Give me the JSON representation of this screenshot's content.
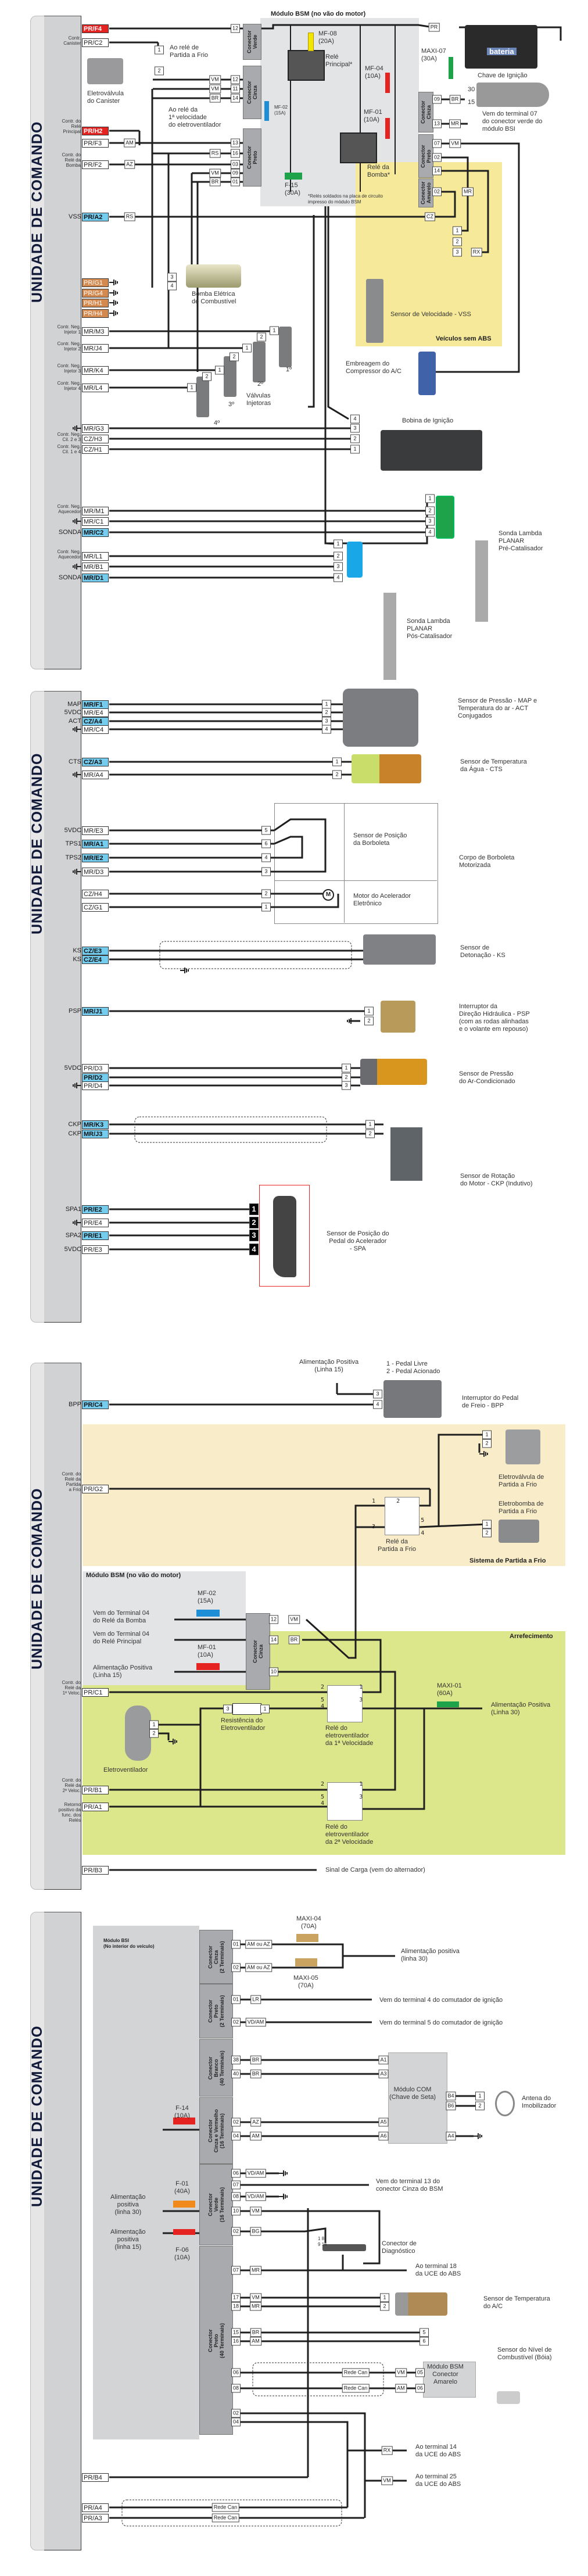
{
  "ecu_label": "UNIDADE DE COMANDO",
  "colors": {
    "pin_red": "#e52421",
    "pin_blue": "#74cdef",
    "pin_orange": "#d4894f",
    "vss_bg": "#f6e99a",
    "cold_start_bg": "#f9ecc8",
    "cooling_bg": "#dce68a",
    "module_bg": "#e3e4e6"
  },
  "p1": {
    "pins": [
      {
        "code": "PR/F4",
        "style": "red",
        "fn": ""
      },
      {
        "code": "PR/C2",
        "style": "white",
        "fn": "Contr.\nCanister"
      },
      {
        "code": "PR/H2",
        "style": "red",
        "fn": "Contr. do\nRelé\nPrincipal"
      },
      {
        "code": "PR/F3",
        "style": "white",
        "fn": ""
      },
      {
        "code": "PR/F2",
        "style": "white",
        "fn": "Contr. do\nRelé da\nBomba"
      },
      {
        "code": "PR/A2",
        "style": "blue",
        "fn": "VSS",
        "big": true
      },
      {
        "code": "PR/G1",
        "style": "orange",
        "fn": "",
        "ground_right": true
      },
      {
        "code": "PR/G4",
        "style": "orange",
        "fn": "",
        "ground_right": true
      },
      {
        "code": "PR/H1",
        "style": "orange",
        "fn": "",
        "ground_right": true
      },
      {
        "code": "PR/H4",
        "style": "orange",
        "fn": "",
        "ground_right": true
      },
      {
        "code": "MR/M3",
        "style": "white",
        "fn": "Contr. Neg.\nInjetor 1"
      },
      {
        "code": "MR/J4",
        "style": "white",
        "fn": "Contr. Neg.\nInjetor 2"
      },
      {
        "code": "MR/K4",
        "style": "white",
        "fn": "Contr. Neg.\nInjetor 3"
      },
      {
        "code": "MR/L4",
        "style": "white",
        "fn": "Contr. Neg.\nInjetor 4"
      },
      {
        "code": "MR/G3",
        "style": "white",
        "fn": "",
        "ground": true
      },
      {
        "code": "CZ/H3",
        "style": "white",
        "fn": "Contr. Neg.\nCil. 2 e 3"
      },
      {
        "code": "CZ/H1",
        "style": "white",
        "fn": "Contr. Neg.\nCil. 1 e 4"
      },
      {
        "code": "MR/M1",
        "style": "white",
        "fn": "Contr. Neg.\nAquecedor"
      },
      {
        "code": "MR/C1",
        "style": "white",
        "fn": "",
        "ground": true
      },
      {
        "code": "MR/C2",
        "style": "blue",
        "fn": "SONDA",
        "big": true
      },
      {
        "code": "MR/L1",
        "style": "white",
        "fn": "Contr. Neg.\nAquecedor"
      },
      {
        "code": "MR/B1",
        "style": "white",
        "fn": "",
        "ground": true
      },
      {
        "code": "MR/D1",
        "style": "blue",
        "fn": "SONDA",
        "big": true
      }
    ],
    "tags": [
      "12",
      "VM",
      "12",
      "VM",
      "11",
      "BR",
      "14",
      "13",
      "RS",
      "16",
      "03",
      "VM",
      "09",
      "BR",
      "01",
      "AM",
      "AZ",
      "RS",
      "PR",
      "09",
      "BR",
      "13",
      "MR",
      "07",
      "VM",
      "02",
      "14",
      "02",
      "CZ",
      "MR",
      "1",
      "2",
      "3",
      "RX",
      "1",
      "2",
      "3",
      "4",
      "1",
      "2",
      "1",
      "2",
      "1",
      "2",
      "1",
      "4",
      "3",
      "2",
      "1",
      "1",
      "2",
      "3",
      "4",
      "1",
      "2",
      "3",
      "4"
    ],
    "texts": {
      "bsm_title": "Módulo BSM (no vão do motor)",
      "conn_verde": "Conector\nVerde",
      "conn_cinza": "Conector\nCinza",
      "conn_preto": "Conector\nPreto",
      "conn_cinza_r": "Conector\nCinza",
      "conn_preto_r": "Conector\nPreto",
      "conn_amarelo": "Conector\nAmarelo",
      "mf08": "MF-08\n(20A)",
      "rele_principal": "Relé\nPrincipal*",
      "mf04": "MF-04\n(10A)",
      "mf02": "MF-02\n(15A)",
      "mf01": "MF-01\n(10A)",
      "rele_bomba": "Relé da\nBomba*",
      "f15": "F-15\n(30A)",
      "footnote": "*Relés soldados na placa de circuito\nimpresso do módulo BSM",
      "bateria": "bateria",
      "maxi07": "MAXI-07\n(30A)",
      "chave": "Chave de Ignição",
      "t30": "30",
      "t15": "15",
      "vem_bsi": "Vem do terminal 07\ndo conector verde do\nmódulo BSI",
      "ao_rele_pf": "Ao relé de\nPartida a Frio",
      "canister": "Eletroválvula\ndo Canister",
      "ao_rele_1v": "Ao relé da\n1ª velocidade\ndo eletroventilador",
      "vss": "Sensor de Velocidade - VSS",
      "sem_abs": "Veículos sem ABS",
      "bomba": "Bomba Elétrica\nde Combustível",
      "injetoras": "Válvulas\nInjetoras",
      "inj1": "1º",
      "inj2": "2º",
      "inj3": "3º",
      "inj4": "4º",
      "embreagem": "Embreagem do\nCompressor do A/C",
      "bobina": "Bobina de Ignição",
      "sonda_pre": "Sonda Lambda\nPLANAR\nPré-Catalisador",
      "sonda_pos": "Sonda Lambda\nPLANAR\nPós-Catalisador"
    }
  },
  "p2": {
    "pins": [
      {
        "code": "MR/F1",
        "style": "blue",
        "fn": "MAP",
        "big": true
      },
      {
        "code": "MR/E4",
        "style": "white",
        "fn": "5VDC",
        "big": true
      },
      {
        "code": "CZ/A4",
        "style": "blue",
        "fn": "ACT",
        "big": true
      },
      {
        "code": "MR/C4",
        "style": "white",
        "fn": "",
        "ground": true
      },
      {
        "code": "CZ/A3",
        "style": "blue",
        "fn": "CTS",
        "big": true
      },
      {
        "code": "MR/A4",
        "style": "white",
        "fn": "",
        "ground": true
      },
      {
        "code": "MR/E3",
        "style": "white",
        "fn": "5VDC",
        "big": true
      },
      {
        "code": "MR/A1",
        "style": "blue",
        "fn": "TPS1",
        "big": true
      },
      {
        "code": "MR/E2",
        "style": "blue",
        "fn": "TPS2",
        "big": true
      },
      {
        "code": "MR/D3",
        "style": "white",
        "fn": "",
        "ground": true
      },
      {
        "code": "CZ/H4",
        "style": "white",
        "fn": ""
      },
      {
        "code": "CZ/G1",
        "style": "white",
        "fn": ""
      },
      {
        "code": "CZ/E3",
        "style": "blue",
        "fn": "KS",
        "big": true
      },
      {
        "code": "CZ/E4",
        "style": "blue",
        "fn": "KS",
        "big": true
      },
      {
        "code": "MR/J1",
        "style": "blue",
        "fn": "PSP",
        "big": true
      },
      {
        "code": "PR/D3",
        "style": "white",
        "fn": "5VDC",
        "big": true
      },
      {
        "code": "PR/D2",
        "style": "blue",
        "fn": ""
      },
      {
        "code": "PR/D4",
        "style": "white",
        "fn": "",
        "ground": true
      },
      {
        "code": "MR/K3",
        "style": "blue",
        "fn": "CKP",
        "big": true
      },
      {
        "code": "MR/J3",
        "style": "blue",
        "fn": "CKP",
        "big": true
      },
      {
        "code": "PR/E2",
        "style": "blue",
        "fn": "SPA1",
        "big": true
      },
      {
        "code": "PR/E4",
        "style": "white",
        "fn": "",
        "ground": true
      },
      {
        "code": "PR/E1",
        "style": "blue",
        "fn": "SPA2",
        "big": true
      },
      {
        "code": "PR/E3",
        "style": "white",
        "fn": "5VDC",
        "big": true
      }
    ],
    "tags": [
      "1",
      "2",
      "3",
      "4",
      "1",
      "2",
      "5",
      "6",
      "4",
      "3",
      "2",
      "1",
      "1",
      "2",
      "1",
      "2",
      "3",
      "1",
      "2",
      "1",
      "2",
      "3",
      "4"
    ],
    "texts": {
      "map": "Sensor de Pressão - MAP e\nTemperatura do ar - ACT\nConjugados",
      "cts": "Sensor de Temperatura\nda Água - CTS",
      "tps": "Sensor de Posição\nda Borboleta",
      "motor_m": "M",
      "motor": "Motor do Acelerador\nEletrônico",
      "corpo": "Corpo de Borboleta\nMotorizada",
      "ks": "Sensor de\nDetonação - KS",
      "psp": "Interruptor da\nDireção Hidráulica - PSP\n(com as rodas alinhadas\ne o volante em repouso)",
      "ac": "Sensor de Pressão\ndo Ar-Condicionado",
      "ckp": "Sensor de Rotação\ndo Motor - CKP (Indutivo)",
      "spa": "Sensor de Posição do\nPedal do Acelerador\n- SPA"
    }
  },
  "p3": {
    "pins": [
      {
        "code": "PR/C4",
        "style": "blue",
        "fn": "BPP",
        "big": true
      },
      {
        "code": "PR/G2",
        "style": "white",
        "fn": "Contr. do\nRelé da\nPartida\na Frio"
      },
      {
        "code": "PR/C1",
        "style": "white",
        "fn": "Contr. do\nRelé da\n1ª Veloc."
      },
      {
        "code": "PR/B1",
        "style": "white",
        "fn": "Contr. do\nRelé da\n2ª Veloc."
      },
      {
        "code": "PR/A1",
        "style": "white",
        "fn": "Retorno\npositivo da\nfunc. dos\nRelés"
      },
      {
        "code": "PR/B3",
        "style": "white",
        "fn": ""
      }
    ],
    "tags": [
      "3",
      "4",
      "1",
      "2",
      "1",
      "2",
      "12",
      "VM",
      "14",
      "BR",
      "10",
      "3",
      "1",
      "1",
      "2"
    ],
    "texts": {
      "alim15": "Alimentação Positiva\n(Linha 15)",
      "pedal_states": "1 - Pedal Livre\n2 - Pedal Acionado",
      "bpp": "Interruptor do Pedal\nde Freio - BPP",
      "eletrovalvula": "Eletroválvula de\nPartida a Frio",
      "eletrobomba": "Eletrobomba de\nPartida a Frio",
      "rele_pf": "Relé da\nPartida a Frio",
      "rele_pf_pins": "1      2\n\n\n              5\n3\n              4",
      "sistema": "Sistema de Partida a Frio",
      "bsm_title": "Módulo BSM (no vão do motor)",
      "mf02": "MF-02\n(15A)",
      "vem_bomba": "Vem do Terminal 04\ndo Relé da Bomba",
      "vem_principal": "Vem do Terminal 04\ndo Relé Principal",
      "mf01": "MF-01\n(10A)",
      "alim15b": "Alimentação Positiva\n(Linha 15)",
      "conn_cinza": "Conector\nCinza",
      "arrefecimento": "Arrefecimento",
      "maxi01": "MAXI-01\n(60A)",
      "alim30": "Alimentação Positiva\n(Linha 30)",
      "resistencia": "Resistência do\nEletroventilador",
      "eletroventilador": "Eletroventilador",
      "rele1": "Relé do\neletroventilador\nda 1ª Velocidade",
      "rele2": "Relé do\neletroventilador\nda 2ª Velocidade",
      "rele1_pins": "2          1\n\n5          3\n4",
      "rele2_pins": "2          1\n\n5          3\n4",
      "carga": "Sinal de Carga (vem do alternador)"
    }
  },
  "p4": {
    "pins": [
      {
        "code": "PR/B4",
        "style": "white",
        "fn": ""
      },
      {
        "code": "PR/A4",
        "style": "white",
        "fn": ""
      },
      {
        "code": "PR/A3",
        "style": "white",
        "fn": ""
      }
    ],
    "tags": [
      "01",
      "AM ou AZ",
      "02",
      "AM ou AZ",
      "01",
      "LR",
      "02",
      "VD/AM",
      "38",
      "BR",
      "40",
      "BR",
      "02",
      "AZ",
      "04",
      "AM",
      "06",
      "VD/AM",
      "07",
      "08",
      "VD/AM",
      "10",
      "VM",
      "02",
      "BG",
      "07",
      "MR",
      "17",
      "VM",
      "18",
      "MR",
      "15",
      "BR",
      "16",
      "AM",
      "06",
      "08",
      "02",
      "04",
      "Rede Can",
      "Rede Can",
      "VM",
      "AM",
      "05",
      "06",
      "A1",
      "A3",
      "A5",
      "A6",
      "A4",
      "B4",
      "B6",
      "1",
      "2",
      "1",
      "2",
      "5",
      "6",
      "RX",
      "VM",
      "Rede Can",
      "Rede Can"
    ],
    "texts": {
      "bsi": "Módulo BSI\n(No interior do veículo)",
      "conn_cinza": "Conector\nCinza\n(2 Terminais)",
      "conn_preto2": "Conector\nPreto\n(2 Terminais)",
      "conn_branco": "Conector\nBranco\n(40 Terminais)",
      "conn_cv": "Conector\nCinza e Vermelho\n(16 Terminais)",
      "conn_verde": "Conector\nVerde\n(16 Terminais)",
      "conn_preto40": "Conector\nPreto\n(40 Terminais)",
      "maxi04": "MAXI-04\n(70A)",
      "maxi05": "MAXI-05\n(70A)",
      "alim30": "Alimentação positiva\n(linha 30)",
      "vem_t4": "Vem do terminal 4 do comutador de ignição",
      "vem_t5": "Vem do terminal 5 do comutador  de ignição",
      "com": "Módulo COM\n(Chave de Seta)",
      "antena": "Antena do\nImobilizador",
      "f14": "F-14\n(10A)",
      "f01": "F-01\n(40A)",
      "alim30b": "Alimentação\npositiva\n(linha 30)",
      "alim15": "Alimentação\npositiva\n(linha 15)",
      "f06": "F-06\n(10A)",
      "vem_t13": "Vem do terminal 13 do\nconector Cinza do BSM",
      "diag": "Conector de\nDiagnóstico",
      "diag_pins": "1   8\n9   16",
      "abs18": "Ao terminal 18\nda UCE do ABS",
      "temp_ac": "Sensor de Temperatura\ndo A/C",
      "nivel": "Sensor do Nível de\nCombustível (Bóia)",
      "bsm_amarelo": "Módulo BSM\nConector\nAmarelo",
      "abs14": "Ao terminal 14\nda UCE do ABS",
      "abs25": "Ao terminal 25\nda UCE do ABS"
    }
  }
}
